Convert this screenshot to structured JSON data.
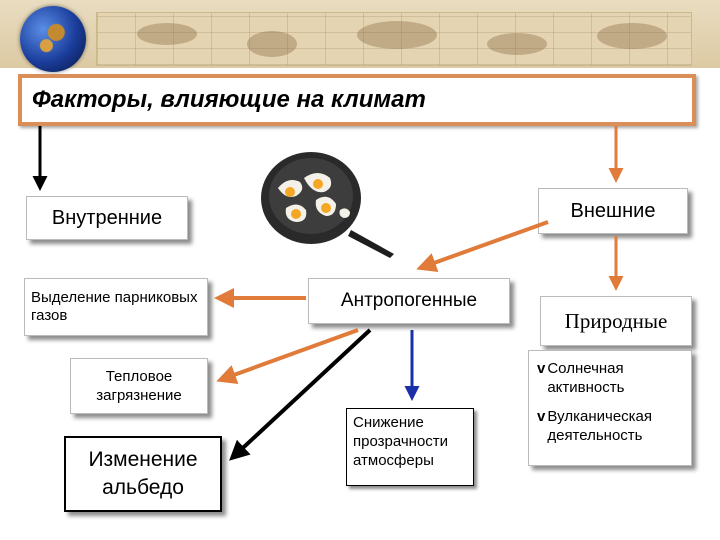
{
  "title": "Факторы, влияющие на климат",
  "boxes": {
    "internal": "Внутренние",
    "external": "Внешние",
    "greenhouse": "Выделение парниковых газов",
    "anthropogenic": "Антропогенные",
    "natural": "Природные",
    "thermal": "Тепловое загрязнение",
    "albedo": "Изменение альбедо",
    "transparency": "Снижение прозрачности атмосферы"
  },
  "natural_factors": [
    "Солнечная\nактивность",
    "Вулканическая\nдеятельность"
  ],
  "bullet_symbol": "v",
  "colors": {
    "orange_arrow": "#e07b3a",
    "blue_arrow": "#1b2fa8",
    "title_border": "#d98f57"
  },
  "icons": [
    "globe-icon",
    "frying-pan-earth-icon"
  ]
}
